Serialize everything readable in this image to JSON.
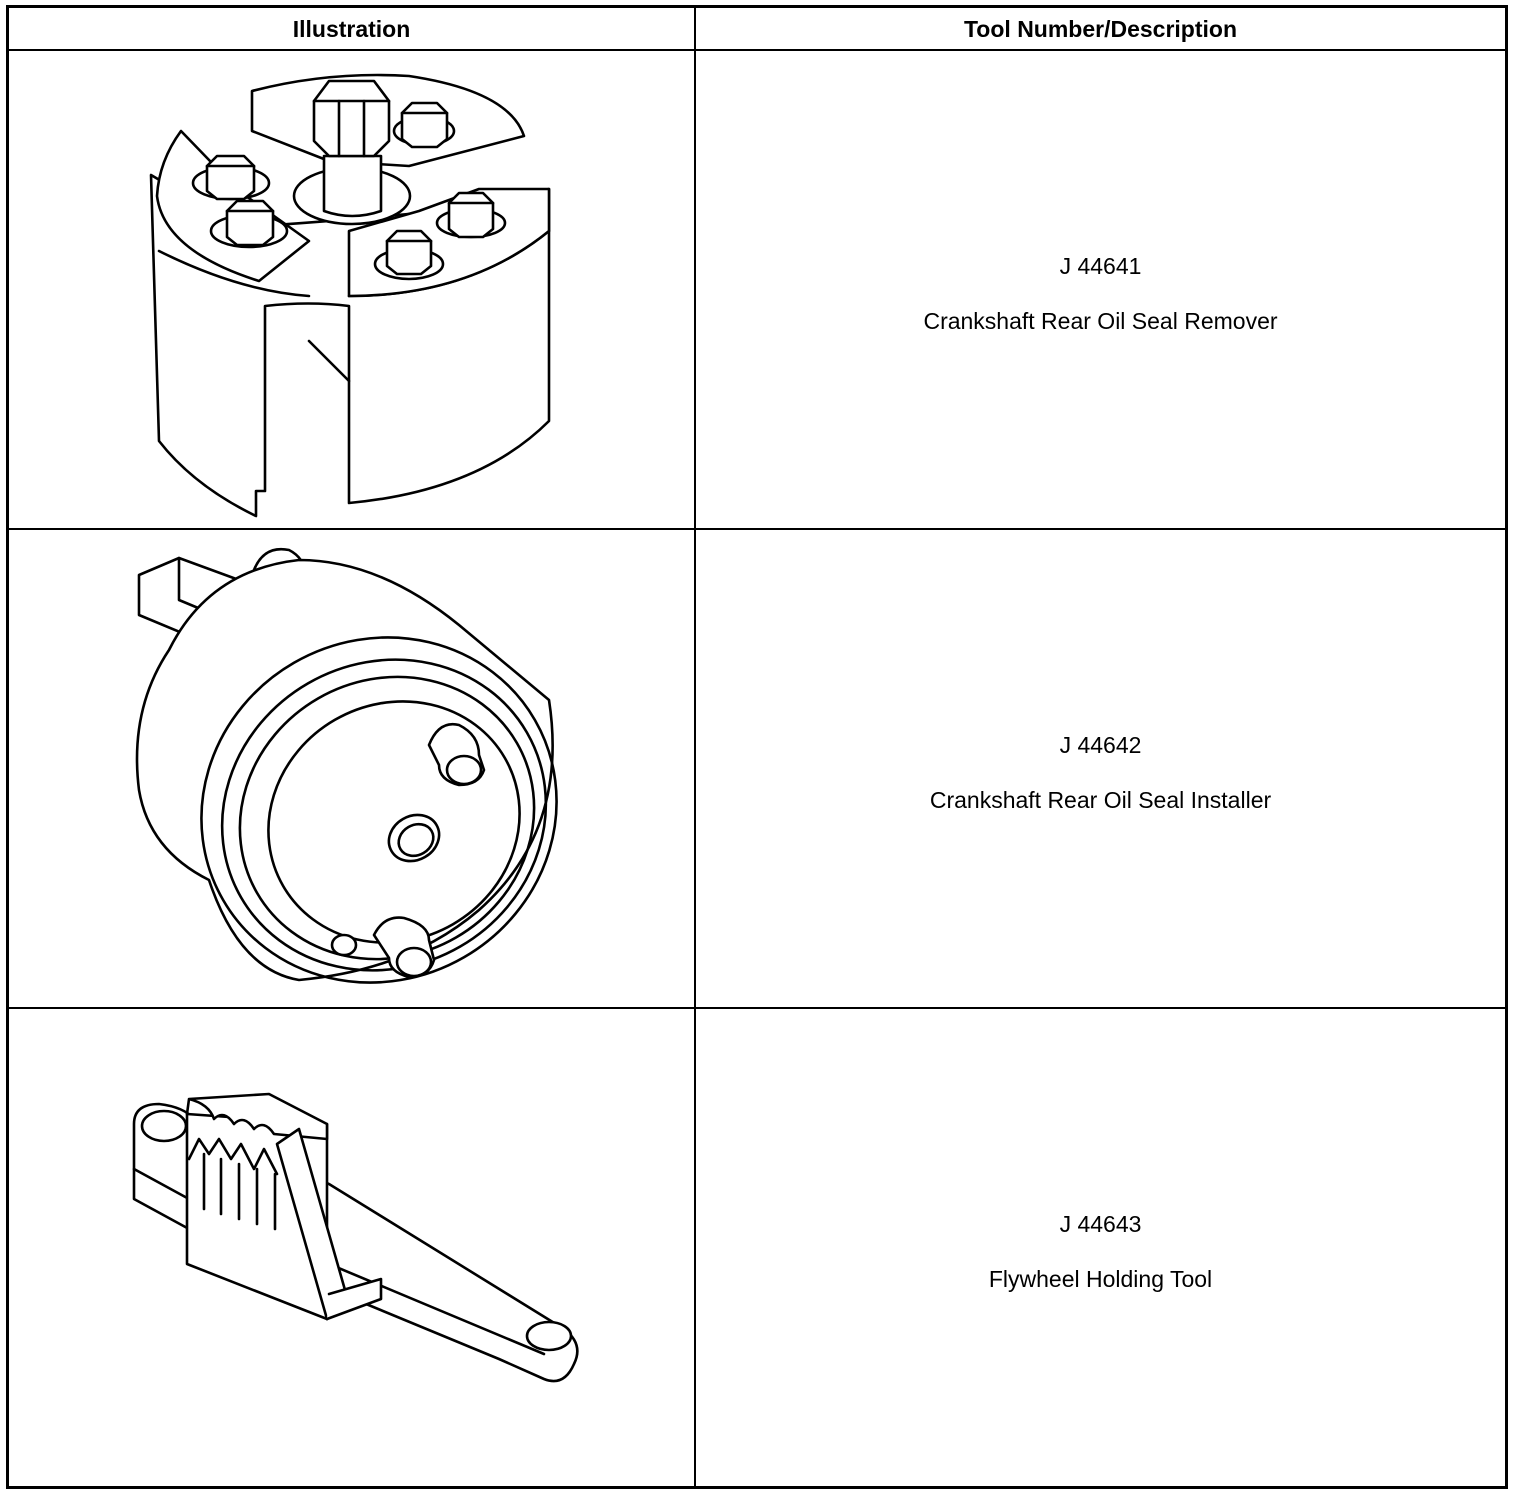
{
  "table": {
    "headers": {
      "illustration": "Illustration",
      "description": "Tool Number/Description"
    },
    "rows": [
      {
        "tool_number": "J 44641",
        "description": "Crankshaft Rear Oil Seal Remover",
        "illustration_icon": "seal-remover-icon"
      },
      {
        "tool_number": "J 44642",
        "description": "Crankshaft Rear Oil Seal Installer",
        "illustration_icon": "seal-installer-icon"
      },
      {
        "tool_number": "J 44643",
        "description": "Flywheel Holding Tool",
        "illustration_icon": "flywheel-holding-tool-icon"
      }
    ]
  }
}
